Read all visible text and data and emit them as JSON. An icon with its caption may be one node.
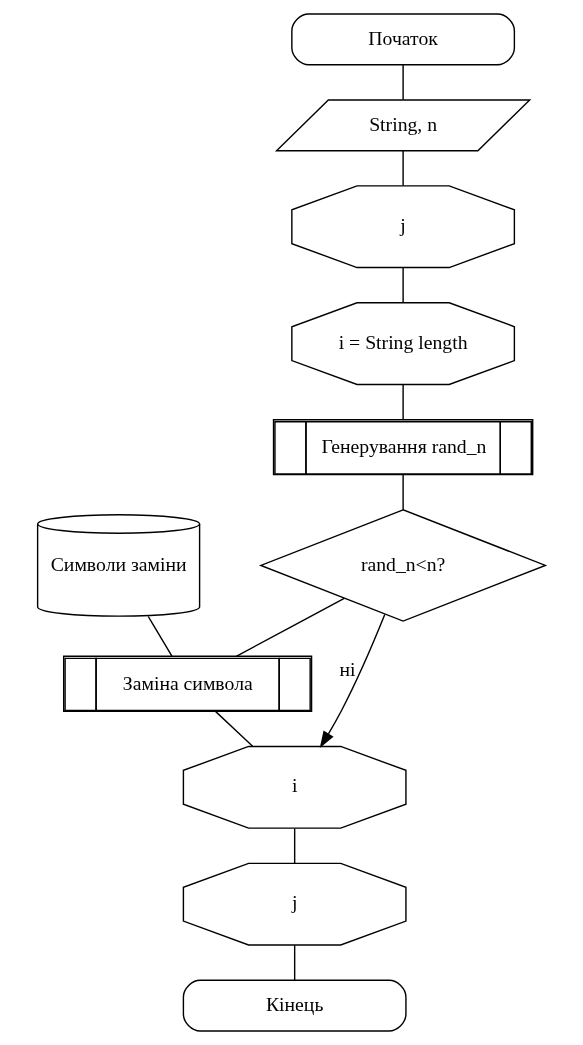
{
  "diagram": {
    "nodes": [
      {
        "text": [
          "Початок"
        ]
      },
      {
        "text": [
          "String, n"
        ]
      },
      {
        "text": [
          "j"
        ]
      },
      {
        "text": [
          "i = String length"
        ]
      },
      {
        "text": [
          "Генерування rand_n"
        ]
      },
      {
        "text": [
          "rand_n<n?"
        ]
      },
      {
        "text": [
          "Символи заміни"
        ]
      },
      {
        "text": [
          "Заміна символа"
        ]
      },
      {
        "text": [
          "i"
        ]
      },
      {
        "text": [
          "j"
        ]
      },
      {
        "text": [
          "Кінець"
        ]
      }
    ],
    "edges": [
      {
        "from": 0,
        "to": 1,
        "arrow": "none"
      },
      {
        "from": 1,
        "to": 2,
        "arrow": "none"
      },
      {
        "from": 2,
        "to": 3,
        "arrow": "none"
      },
      {
        "from": 3,
        "to": 4,
        "arrow": "none"
      },
      {
        "from": 4,
        "to": 5,
        "arrow": "none"
      },
      {
        "from": 5,
        "to": 7,
        "arrow": "none"
      },
      {
        "from": 6,
        "to": 7,
        "arrow": "none"
      },
      {
        "from": 5,
        "to": 8,
        "arrow": "to",
        "label": "ні"
      },
      {
        "from": 7,
        "to": 8,
        "arrow": "none"
      },
      {
        "from": 8,
        "to": 9,
        "arrow": "none"
      },
      {
        "from": 9,
        "to": 10,
        "arrow": "none"
      }
    ]
  }
}
